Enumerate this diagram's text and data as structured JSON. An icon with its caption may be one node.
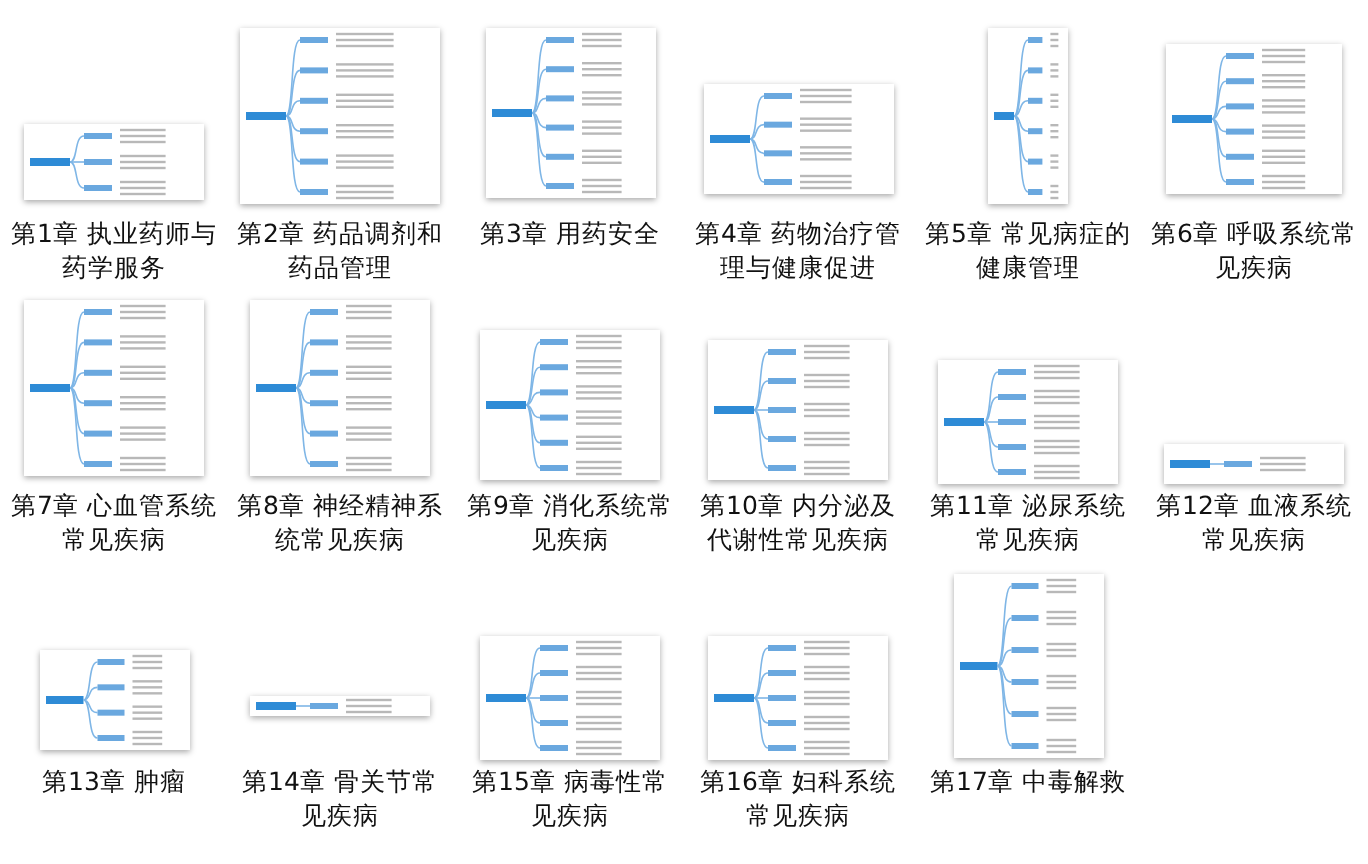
{
  "diagram": {
    "nodes": [
      {
        "text": [
          "第1章 执业药师与药学服务"
        ]
      },
      {
        "text": [
          "第2章 药品调剂和药品管理"
        ]
      },
      {
        "text": [
          "第3章 用药安全"
        ]
      },
      {
        "text": [
          "第4章 药物治疗管理与健康促进"
        ]
      },
      {
        "text": [
          "第5章 常见病症的健康管理"
        ]
      },
      {
        "text": [
          "第6章 呼吸系统常见疾病"
        ]
      },
      {
        "text": [
          "第7章 心血管系统常见疾病"
        ]
      },
      {
        "text": [
          "第8章 神经精神系统常见疾病"
        ]
      },
      {
        "text": [
          "第9章 消化系统常见疾病"
        ]
      },
      {
        "text": [
          "第10章 内分泌及代谢性常见疾病"
        ]
      },
      {
        "text": [
          "第11章 泌尿系统常见疾病"
        ]
      },
      {
        "text": [
          "第12章 血液系统常见疾病"
        ]
      },
      {
        "text": [
          "第13章 肿瘤"
        ]
      },
      {
        "text": [
          "第14章 骨关节常见疾病"
        ]
      },
      {
        "text": [
          "第15章 病毒性常见疾病"
        ]
      },
      {
        "text": [
          "第16章 妇科系统常见疾病"
        ]
      },
      {
        "text": [
          "第17章 中毒解救"
        ]
      }
    ]
  }
}
